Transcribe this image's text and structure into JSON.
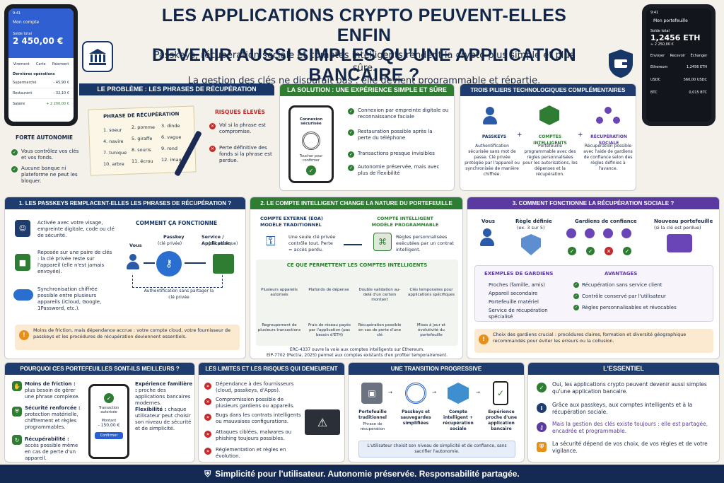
{
  "title_line1": "LES APPLICATIONS CRYPTO PEUVENT-ELLES ENFIN",
  "title_line2": "DEVENIR AUSSI SIMPLES QU’UNE APPLICATION BANCAIRE ?",
  "subtitle_line1": "Passkeys, récupération sociale et comptes intelligents rendent la crypto plus simple et plus sûre.",
  "subtitle_line2": "La gestion des clés ne disparaît pas : elle devient programmable et répartie.",
  "phone_left": {
    "time": "9:41",
    "title": "Mon compte",
    "balance_label": "Solde total",
    "balance": "2 450,00 €",
    "actions": [
      "Virement",
      "Carte",
      "Paiement"
    ],
    "ops_label": "Dernières opérations",
    "ops": [
      [
        "Supermarché",
        "- 45,90 €"
      ],
      [
        "Restaurant",
        "- 32,10 €"
      ],
      [
        "Salaire",
        "+ 2 200,00 €"
      ]
    ]
  },
  "phone_right": {
    "time": "9:41",
    "title": "Mon portefeuille",
    "balance_label": "Solde total",
    "balance": "1,2456 ETH",
    "fiat": "≈ 2 250,00 €",
    "actions": [
      "Envoyer",
      "Recevoir",
      "Échanger"
    ],
    "assets": [
      [
        "Ethereum",
        "1,2456 ETH"
      ],
      [
        "USDC",
        "560,00 USDC"
      ],
      [
        "BTC",
        "0,015 BTC"
      ]
    ]
  },
  "problem": {
    "header": "LE PROBLÈME : LES PHRASES DE RÉCUPÉRATION",
    "paper_title": "PHRASE DE RÉCUPÉRATION",
    "words": [
      "1. soeur",
      "2. pomme",
      "3. dinde",
      "4. navire",
      "5. giraffe",
      "6. vague",
      "7. tunique",
      "8. souris",
      "9. rond",
      "10. arbre",
      "11. écrou",
      "12. image"
    ],
    "risk_title": "RISQUES ÉLEVÉS",
    "risks": [
      "Vol si la phrase est compromise.",
      "Perte définitive des fonds si la phrase est perdue."
    ],
    "strong_title": "FORTE AUTONOMIE",
    "strong": [
      "Vous contrôlez vos clés et vos fonds.",
      "Aucune banque ni plateforme ne peut les bloquer."
    ]
  },
  "solution": {
    "header": "LA SOLUTION : UNE EXPÉRIENCE SIMPLE ET SÛRE",
    "phone_title": "Connexion sécurisée",
    "phone_hint": "Toucher pour confirmer",
    "items": [
      "Connexion par empreinte digitale ou reconnaissance faciale",
      "Restauration possible après la perte du téléphone",
      "Transactions presque invisibles",
      "Autonomie préservée, mais avec plus de flexibilité"
    ]
  },
  "pillars": {
    "header": "TROIS PILIERS TECHNOLOGIQUES COMPLÉMENTAIRES",
    "cols": [
      {
        "name": "PASSKEYS",
        "desc": "Authentification sécurisée sans mot de passe. Clé privée protégée par l'appareil ou synchronisée de manière chiffrée."
      },
      {
        "name": "COMPTES INTELLIGENTS",
        "desc": "Portefeuille programmable avec des règles personnalisées pour les autorisations, les dépenses et la récupération."
      },
      {
        "name": "RÉCUPÉRATION SOCIALE",
        "desc": "Récupération possible avec l'aide de gardiens de confiance selon des règles définies à l'avance."
      }
    ]
  },
  "s1": {
    "header": "1. LES PASSKEYS REMPLACENT-ELLES LES PHRASES DE RÉCUPÉRATION ?",
    "items": [
      "Activée avec votre visage, empreinte digitale, code ou clé de sécurité.",
      "Reposée sur une paire de clés : la clé privée reste sur l'appareil (elle n'est jamais envoyée).",
      "Synchronisation chiffrée possible entre plusieurs appareils (iCloud, Google, 1Password, etc.)."
    ],
    "how_title": "COMMENT ÇA FONCTIONNE",
    "you": "Vous",
    "passkey": "Passkey",
    "passkey_sub": "(clé privée)",
    "service": "Service / Application",
    "service_sub": "(clé publique)",
    "auth": "Authentification sans partager la clé privée",
    "note": "Moins de friction, mais dépendance accrue : votre compte cloud, votre fournisseur de passkeys et les procédures de récupération deviennent essentiels."
  },
  "s2": {
    "header": "2. LE COMPTE INTELLIGENT CHANGE LA NATURE DU PORTEFEUILLE",
    "eoa_title": "COMPTE EXTERNE (EOA) MODÈLE TRADITIONNEL",
    "eoa_desc": "Une seule clé privée contrôle tout. Perte = accès perdu.",
    "smart_title": "COMPTE INTELLIGENT MODÈLE PROGRAMMABLE",
    "smart_desc": "Règles personnalisées exécutées par un contrat intelligent.",
    "allow_title": "CE QUE PERMETTENT LES COMPTES INTELLIGENTS",
    "features": [
      "Plusieurs appareils autorisés",
      "Plafonds de dépense",
      "Double validation au-delà d'un certain montant",
      "Clés temporaires pour applications spécifiques",
      "Regroupement de plusieurs transactions",
      "Frais de réseau payés par l'application (pas besoin d'ETH)",
      "Récupération possible en cas de perte d'une clé",
      "Mises à jour et évolutivité du portefeuille"
    ],
    "erc1": "ERC-4337 ouvre la voie aux comptes intelligents sur Ethereum.",
    "erc2": "EIP-7702 (Pectra, 2025) permet aux comptes existants d'en profiter temporairement."
  },
  "s3": {
    "header": "3. COMMENT FONCTIONNE LA RÉCUPÉRATION SOCIALE ?",
    "you": "Vous",
    "rule": "Règle définie",
    "rule_sub": "(ex. 3 sur 5)",
    "guardians": "Gardiens de confiance",
    "new_wallet": "Nouveau portefeuille",
    "new_wallet_sub": "(si la clé est perdue)",
    "ex_title": "EXEMPLES DE GARDIENS",
    "examples": [
      "Proches (famille, amis)",
      "Appareil secondaire",
      "Portefeuille matériel",
      "Service de récupération spécialisé"
    ],
    "adv_title": "AVANTAGES",
    "advantages": [
      "Récupération sans service client",
      "Contrôle conservé par l'utilisateur",
      "Règles personnalisables et révocables"
    ],
    "note": "Choix des gardiens crucial : procédures claires, formation et diversité géographique recommandés pour éviter les erreurs ou la collusion."
  },
  "why": {
    "header": "POURQUOI CES PORTEFEUILLES SONT-ILS MEILLEURS ?",
    "left": [
      [
        "Moins de friction :",
        "plus besoin de gérer une phrase complexe."
      ],
      [
        "Sécurité renforcée :",
        "protection matérielle, chiffrement et règles programmables."
      ],
      [
        "Récupérabilité :",
        "accès possible même en cas de perte d'un appareil."
      ]
    ],
    "phone": {
      "title": "Transaction autorisée",
      "amount_label": "Montant",
      "amount": "- 150,00 €",
      "btn": "Confirmer"
    },
    "right": [
      [
        "Expérience familière :",
        "proche des applications bancaires modernes."
      ],
      [
        "Flexibilité :",
        "chaque utilisateur peut choisir son niveau de sécurité et de simplicité."
      ]
    ]
  },
  "limits": {
    "header": "LES LIMITES ET LES RISQUES QUI DEMEURENT",
    "items": [
      "Dépendance à des fournisseurs (cloud, passkeys, d'Apps).",
      "Compromission possible de plusieurs gardiens ou appareils.",
      "Bugs dans les contrats intelligents ou mauvaises configurations.",
      "Attaques ciblées, malwares ou phishing toujours possibles.",
      "Réglementation et règles en évolution."
    ]
  },
  "transition": {
    "header": "UNE TRANSITION PROGRESSIVE",
    "steps": [
      [
        "Portefeuille traditionnel",
        "Phrase de récupération"
      ],
      [
        "Passkeys et sauvegardes simplifiées",
        ""
      ],
      [
        "Compte intelligent + récupération sociale",
        ""
      ],
      [
        "Expérience proche d'une application bancaire",
        ""
      ]
    ],
    "note": "L'utilisateur choisit son niveau de simplicité et de confiance, sans sacrifier l'autonomie."
  },
  "essentiel": {
    "header": "L'ESSENTIEL",
    "items": [
      "Oui, les applications crypto peuvent devenir aussi simples qu'une application bancaire.",
      "Grâce aux passkeys, aux comptes intelligents et à la récupération sociale.",
      "Mais la gestion des clés existe toujours : elle est partagée, encadrée et programmable.",
      "La sécurité dépend de vos choix, de vos règles et de votre vigilance."
    ]
  },
  "footer": "Simplicité pour l'utilisateur. Autonomie préservée. Responsabilité partagée.",
  "colors": {
    "navy": "#183767",
    "green": "#2e7d32",
    "purple": "#5a3aa0",
    "red": "#c62828",
    "orange": "#e6901a"
  }
}
